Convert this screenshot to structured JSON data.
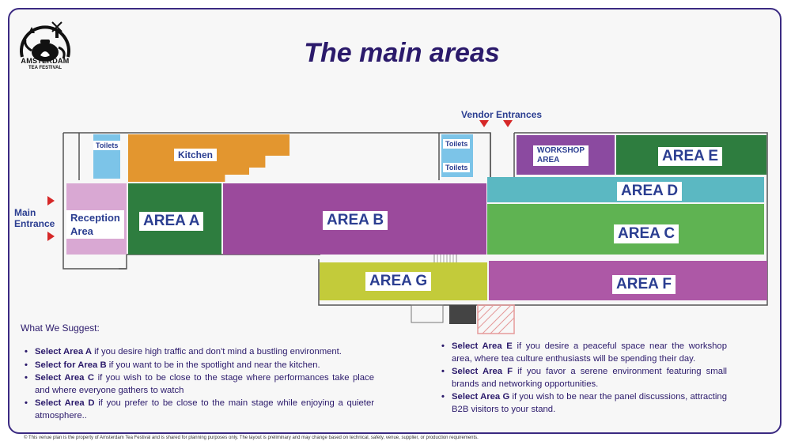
{
  "header": {
    "title": "The main areas",
    "logo_line1": "AMSTERDAM",
    "logo_line2": "TEA FESTIVAL"
  },
  "plan": {
    "vendor_entrances": "Vendor Entrances",
    "main_entrance_line1": "Main",
    "main_entrance_line2": "Entrance",
    "toilets_label": "Toilets",
    "kitchen": "Kitchen",
    "reception_line1": "Reception",
    "reception_line2": "Area",
    "workshop_line1": "WORKSHOP",
    "workshop_line2": "AREA",
    "area_a": "AREA A",
    "area_b": "AREA B",
    "area_c": "AREA C",
    "area_d": "AREA D",
    "area_e": "AREA E",
    "area_f": "AREA F",
    "area_g": "AREA G",
    "colors": {
      "area_a": "#2e7d3f",
      "area_b": "#9b4a9c",
      "area_c": "#5fb352",
      "area_d": "#5bb8c2",
      "area_e": "#2e7d3f",
      "area_f": "#ad58a6",
      "area_g": "#c3cb3a",
      "kitchen": "#e3962f",
      "reception": "#d9a8d3",
      "workshop": "#8b4aa0",
      "toilets": "#7cc4e8",
      "entrance_arrow": "#d62828"
    }
  },
  "suggestions": {
    "heading": "What We Suggest:",
    "left": [
      {
        "bold": "Select Area A",
        "text": " if you desire high traffic and don't mind a bustling environment."
      },
      {
        "bold": "Select for Area B",
        "text": " if you want to be in the spotlight and near the kitchen."
      },
      {
        "bold": "Select Area C",
        "text": " if you wish to be close to the stage where performances take place and where everyone gathers to watch"
      },
      {
        "bold": "Select Area D",
        "text": " if you prefer to be close to the main stage while enjoying a quieter atmosphere.."
      }
    ],
    "right": [
      {
        "bold": "Select Area E",
        "text": " if you desire a peaceful space near the workshop area, where tea culture enthusiasts will be spending their day."
      },
      {
        "bold": "Select Area F",
        "text": " if you favor a serene environment featuring small brands and networking opportunities."
      },
      {
        "bold": "Select Area G",
        "text": " if you wish to be near the panel discussions, attracting B2B visitors to your stand."
      }
    ]
  },
  "footer": "© This venue plan is the property of Amsterdam Tea Festival and is shared for planning purposes only. The layout is preliminary and may change based on technical, safety, venue, supplier, or production requirements."
}
